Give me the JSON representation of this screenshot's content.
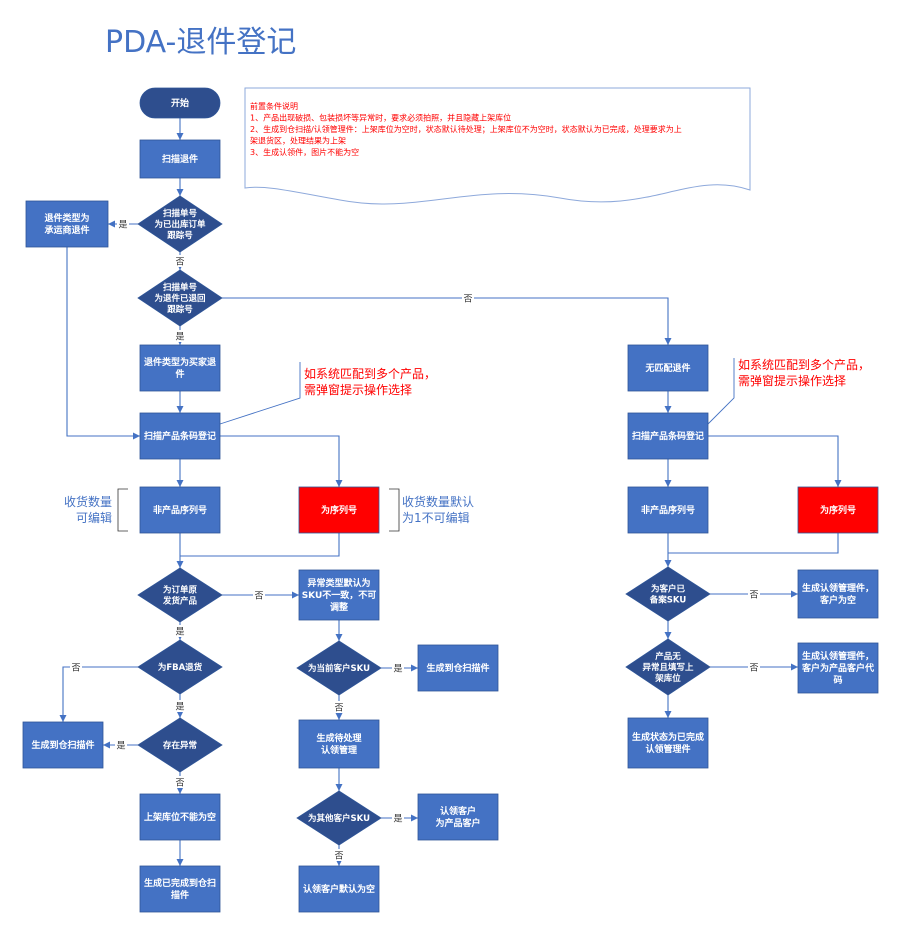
{
  "title": "PDA-退件登记",
  "colors": {
    "box": "#4472C4",
    "box_stroke": "#2F5597",
    "diamond": "#2E4E8E",
    "red_box": "#FF0000",
    "line": "#4472C4",
    "title": "#4472C4",
    "note_text": "#FF0000",
    "annotation_red": "#FF0000",
    "annotation_blue": "#4472C4"
  },
  "note": {
    "lines": [
      "前置条件说明",
      "1、产品出现破损、包装损坏等异常时，要求必须拍照，并且隐藏上架库位",
      "2、生成到仓扫描/认领管理件：上架库位为空时，状态默认待处理；上架库位不为空时，状态默认为已完成，处理要求为上",
      "架退货区，处理结果为上架",
      "3、生成认领件，图片不能为空"
    ]
  },
  "nodes": {
    "start": "开始",
    "scan_return": "扫描退件",
    "d_scan_outbound": [
      "扫描单号",
      "为已出库订单",
      "跟踪号"
    ],
    "carrier_return": [
      "退件类型为",
      "承运商退件"
    ],
    "d_scan_returned": [
      "扫描单号",
      "为退件已退回",
      "跟踪号"
    ],
    "buyer_return": [
      "退件类型为买家退",
      "件"
    ],
    "scan_barcode_left": "扫描产品条码登记",
    "non_serial_left": "非产品序列号",
    "serial_left": "为序列号",
    "d_order_product": [
      "为订单原",
      "发货产品"
    ],
    "exception_sku": [
      "异常类型默认为",
      "SKU不一致，不可",
      "调整"
    ],
    "d_fba": "为FBA退货",
    "d_current_sku": "为当前客户SKU",
    "gen_scan_mid": "生成到仓扫描件",
    "gen_scan_left": "生成到仓扫描件",
    "d_exception": "存在异常",
    "gen_pending": [
      "生成待处理",
      "认领管理"
    ],
    "shelf_not_empty": "上架库位不能为空",
    "d_other_sku": "为其他客户SKU",
    "claim_customer": [
      "认领客户",
      "为产品客户"
    ],
    "gen_completed": [
      "生成已完成到仓扫",
      "描件"
    ],
    "claim_default_empty": "认领客户默认为空",
    "no_match": "无匹配退件",
    "scan_barcode_right": "扫描产品条码登记",
    "non_serial_right": "非产品序列号",
    "serial_right": "为序列号",
    "d_customer_sku": [
      "为客户已",
      "备案SKU"
    ],
    "gen_claim_empty": [
      "生成认领管理件，",
      "客户为空"
    ],
    "d_no_exception": [
      "产品无",
      "异常且填写上",
      "架库位"
    ],
    "gen_claim_code": [
      "生成认领管理件，",
      "客户为产品客户代",
      "码"
    ],
    "gen_completed_claim": [
      "生成状态为已完成",
      "认领管理件"
    ]
  },
  "labels": {
    "yes": "是",
    "no": "否"
  },
  "annotations": {
    "multi_match_left": [
      "如系统匹配到多个产品，",
      "需弹窗提示操作选择"
    ],
    "multi_match_right": [
      "如系统匹配到多个产品，",
      "需弹窗提示操作选择"
    ],
    "qty_editable": [
      "收货数量",
      "可编辑"
    ],
    "qty_default": [
      "收货数量默认",
      "为1不可编辑"
    ]
  }
}
